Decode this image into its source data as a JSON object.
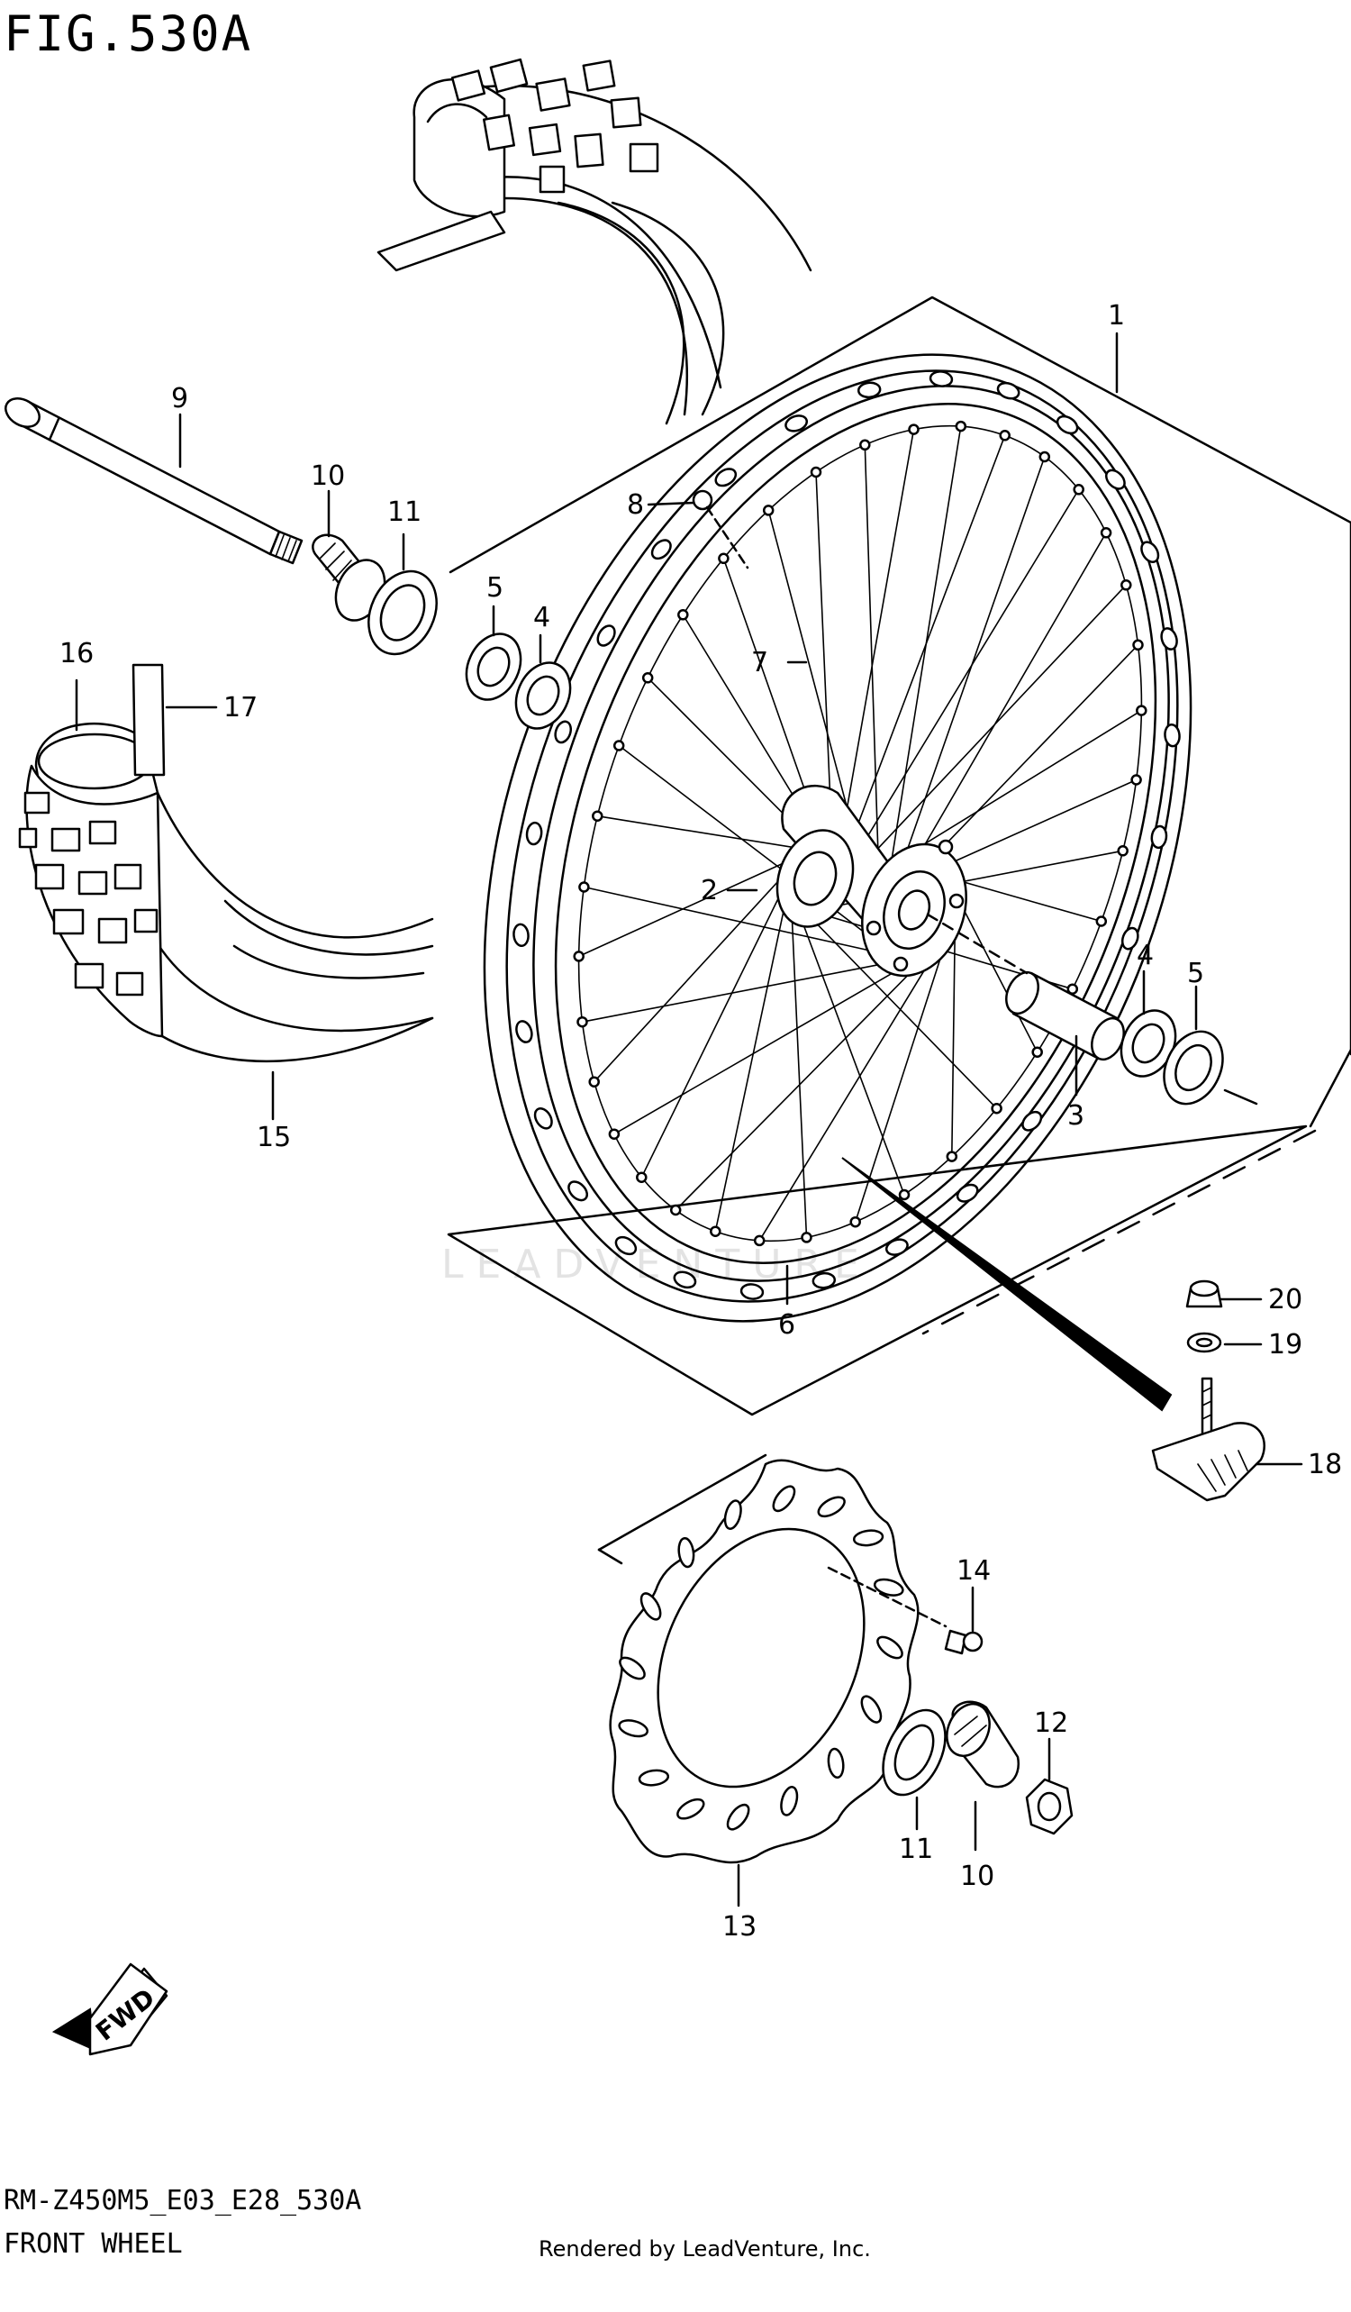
{
  "figure": {
    "title": "FIG.530A",
    "model_code": "RM-Z450M5_E03_E28_530A",
    "name": "FRONT WHEEL",
    "rendered_by": "Rendered by LeadVenture, Inc.",
    "watermark": "LEADVENTURE",
    "fwd_label": "FWD"
  },
  "callouts": [
    {
      "id": "c1",
      "label": "1",
      "part": "wheel-assembly"
    },
    {
      "id": "c2",
      "label": "2",
      "part": "hub"
    },
    {
      "id": "c3",
      "label": "3",
      "part": "spacer"
    },
    {
      "id": "c4a",
      "label": "4",
      "part": "bearing-left"
    },
    {
      "id": "c4b",
      "label": "4",
      "part": "bearing-right"
    },
    {
      "id": "c5a",
      "label": "5",
      "part": "dust-seal-left"
    },
    {
      "id": "c5b",
      "label": "5",
      "part": "dust-seal-right"
    },
    {
      "id": "c6",
      "label": "6",
      "part": "rim"
    },
    {
      "id": "c7",
      "label": "7",
      "part": "spoke-set"
    },
    {
      "id": "c8",
      "label": "8",
      "part": "rim-lock-bolt"
    },
    {
      "id": "c9",
      "label": "9",
      "part": "axle"
    },
    {
      "id": "c10a",
      "label": "10",
      "part": "collar-left"
    },
    {
      "id": "c10b",
      "label": "10",
      "part": "collar-right"
    },
    {
      "id": "c11a",
      "label": "11",
      "part": "seal-left"
    },
    {
      "id": "c11b",
      "label": "11",
      "part": "seal-right"
    },
    {
      "id": "c12",
      "label": "12",
      "part": "axle-nut"
    },
    {
      "id": "c13",
      "label": "13",
      "part": "brake-disc"
    },
    {
      "id": "c14",
      "label": "14",
      "part": "disc-bolt"
    },
    {
      "id": "c15",
      "label": "15",
      "part": "tire"
    },
    {
      "id": "c16",
      "label": "16",
      "part": "tube"
    },
    {
      "id": "c17",
      "label": "17",
      "part": "rim-band"
    },
    {
      "id": "c18",
      "label": "18",
      "part": "rim-lock"
    },
    {
      "id": "c19",
      "label": "19",
      "part": "washer"
    },
    {
      "id": "c20",
      "label": "20",
      "part": "nut"
    }
  ]
}
